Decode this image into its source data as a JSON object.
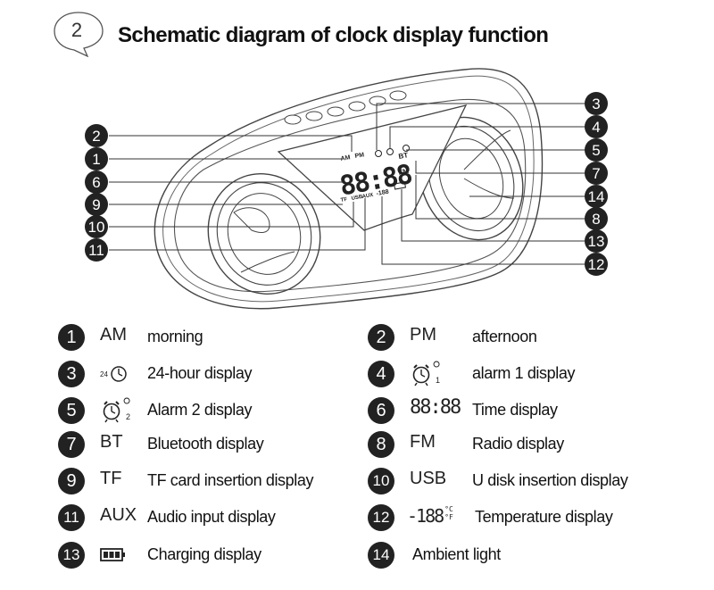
{
  "header": {
    "section_number": "2",
    "title": "Schematic diagram of clock display function"
  },
  "display": {
    "time_digits": "88:88",
    "am": "AM",
    "pm": "PM",
    "bt": "BT",
    "fm": "FM",
    "tf": "TF",
    "usb": "USB",
    "aux": "AUX",
    "temp": "-188"
  },
  "callouts": {
    "left": [
      "2",
      "1",
      "6",
      "9",
      "10",
      "11"
    ],
    "right": [
      "3",
      "4",
      "5",
      "7",
      "14",
      "8",
      "13",
      "12"
    ]
  },
  "legend": [
    {
      "number": "1",
      "symbol": "AM",
      "icon": "",
      "description": "morning"
    },
    {
      "number": "2",
      "symbol": "PM",
      "icon": "",
      "description": "afternoon"
    },
    {
      "number": "3",
      "symbol": "",
      "icon": "24h-clock-icon",
      "description": "24-hour display"
    },
    {
      "number": "4",
      "symbol": "",
      "icon": "alarm-1-icon",
      "description": "alarm 1 display"
    },
    {
      "number": "5",
      "symbol": "",
      "icon": "alarm-2-icon",
      "description": "Alarm 2 display"
    },
    {
      "number": "6",
      "symbol": "88:88",
      "icon": "",
      "description": "Time display"
    },
    {
      "number": "7",
      "symbol": "BT",
      "icon": "",
      "description": "Bluetooth display"
    },
    {
      "number": "8",
      "symbol": "FM",
      "icon": "",
      "description": "Radio display"
    },
    {
      "number": "9",
      "symbol": "TF",
      "icon": "",
      "description": "TF card insertion display"
    },
    {
      "number": "10",
      "symbol": "USB",
      "icon": "",
      "description": "U disk insertion display"
    },
    {
      "number": "11",
      "symbol": "AUX",
      "icon": "",
      "description": "Audio input display"
    },
    {
      "number": "12",
      "symbol": "-188",
      "icon": "temperature-icon",
      "description": "Temperature display"
    },
    {
      "number": "13",
      "symbol": "",
      "icon": "battery-icon",
      "description": "Charging display"
    },
    {
      "number": "14",
      "symbol": "",
      "icon": "",
      "description": "Ambient light"
    }
  ],
  "icon_labels": {
    "clock_24": "24",
    "alarm_1": "1",
    "alarm_2": "2",
    "celsius": "°C",
    "fahrenheit": "°F"
  }
}
